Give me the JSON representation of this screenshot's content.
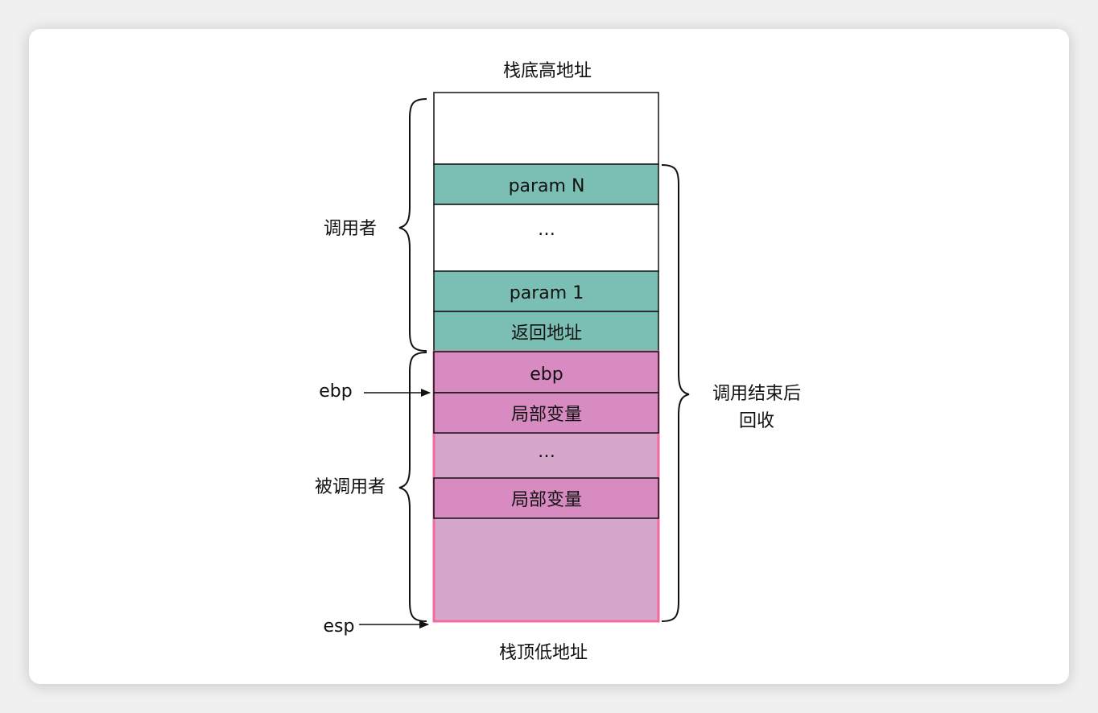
{
  "colors": {
    "teal": "#7bbfb4",
    "pink": "#d88bc1",
    "light_pink": "#d6a6cb",
    "pink_border": "#f26b9e",
    "stroke": "#111111"
  },
  "labels": {
    "top_address": "栈底高地址",
    "bottom_address": "栈顶低地址",
    "caller": "调用者",
    "callee": "被调用者",
    "reclaim_line1": "调用结束后",
    "reclaim_line2": "回收",
    "ebp_pointer": "ebp",
    "esp_pointer": "esp"
  },
  "cells": {
    "param_n": "param N",
    "dots_upper": "…",
    "param_1": "param 1",
    "return_address": "返回地址",
    "ebp": "ebp",
    "local_var_1": "局部变量",
    "dots_lower": "…",
    "local_var_2": "局部变量"
  }
}
